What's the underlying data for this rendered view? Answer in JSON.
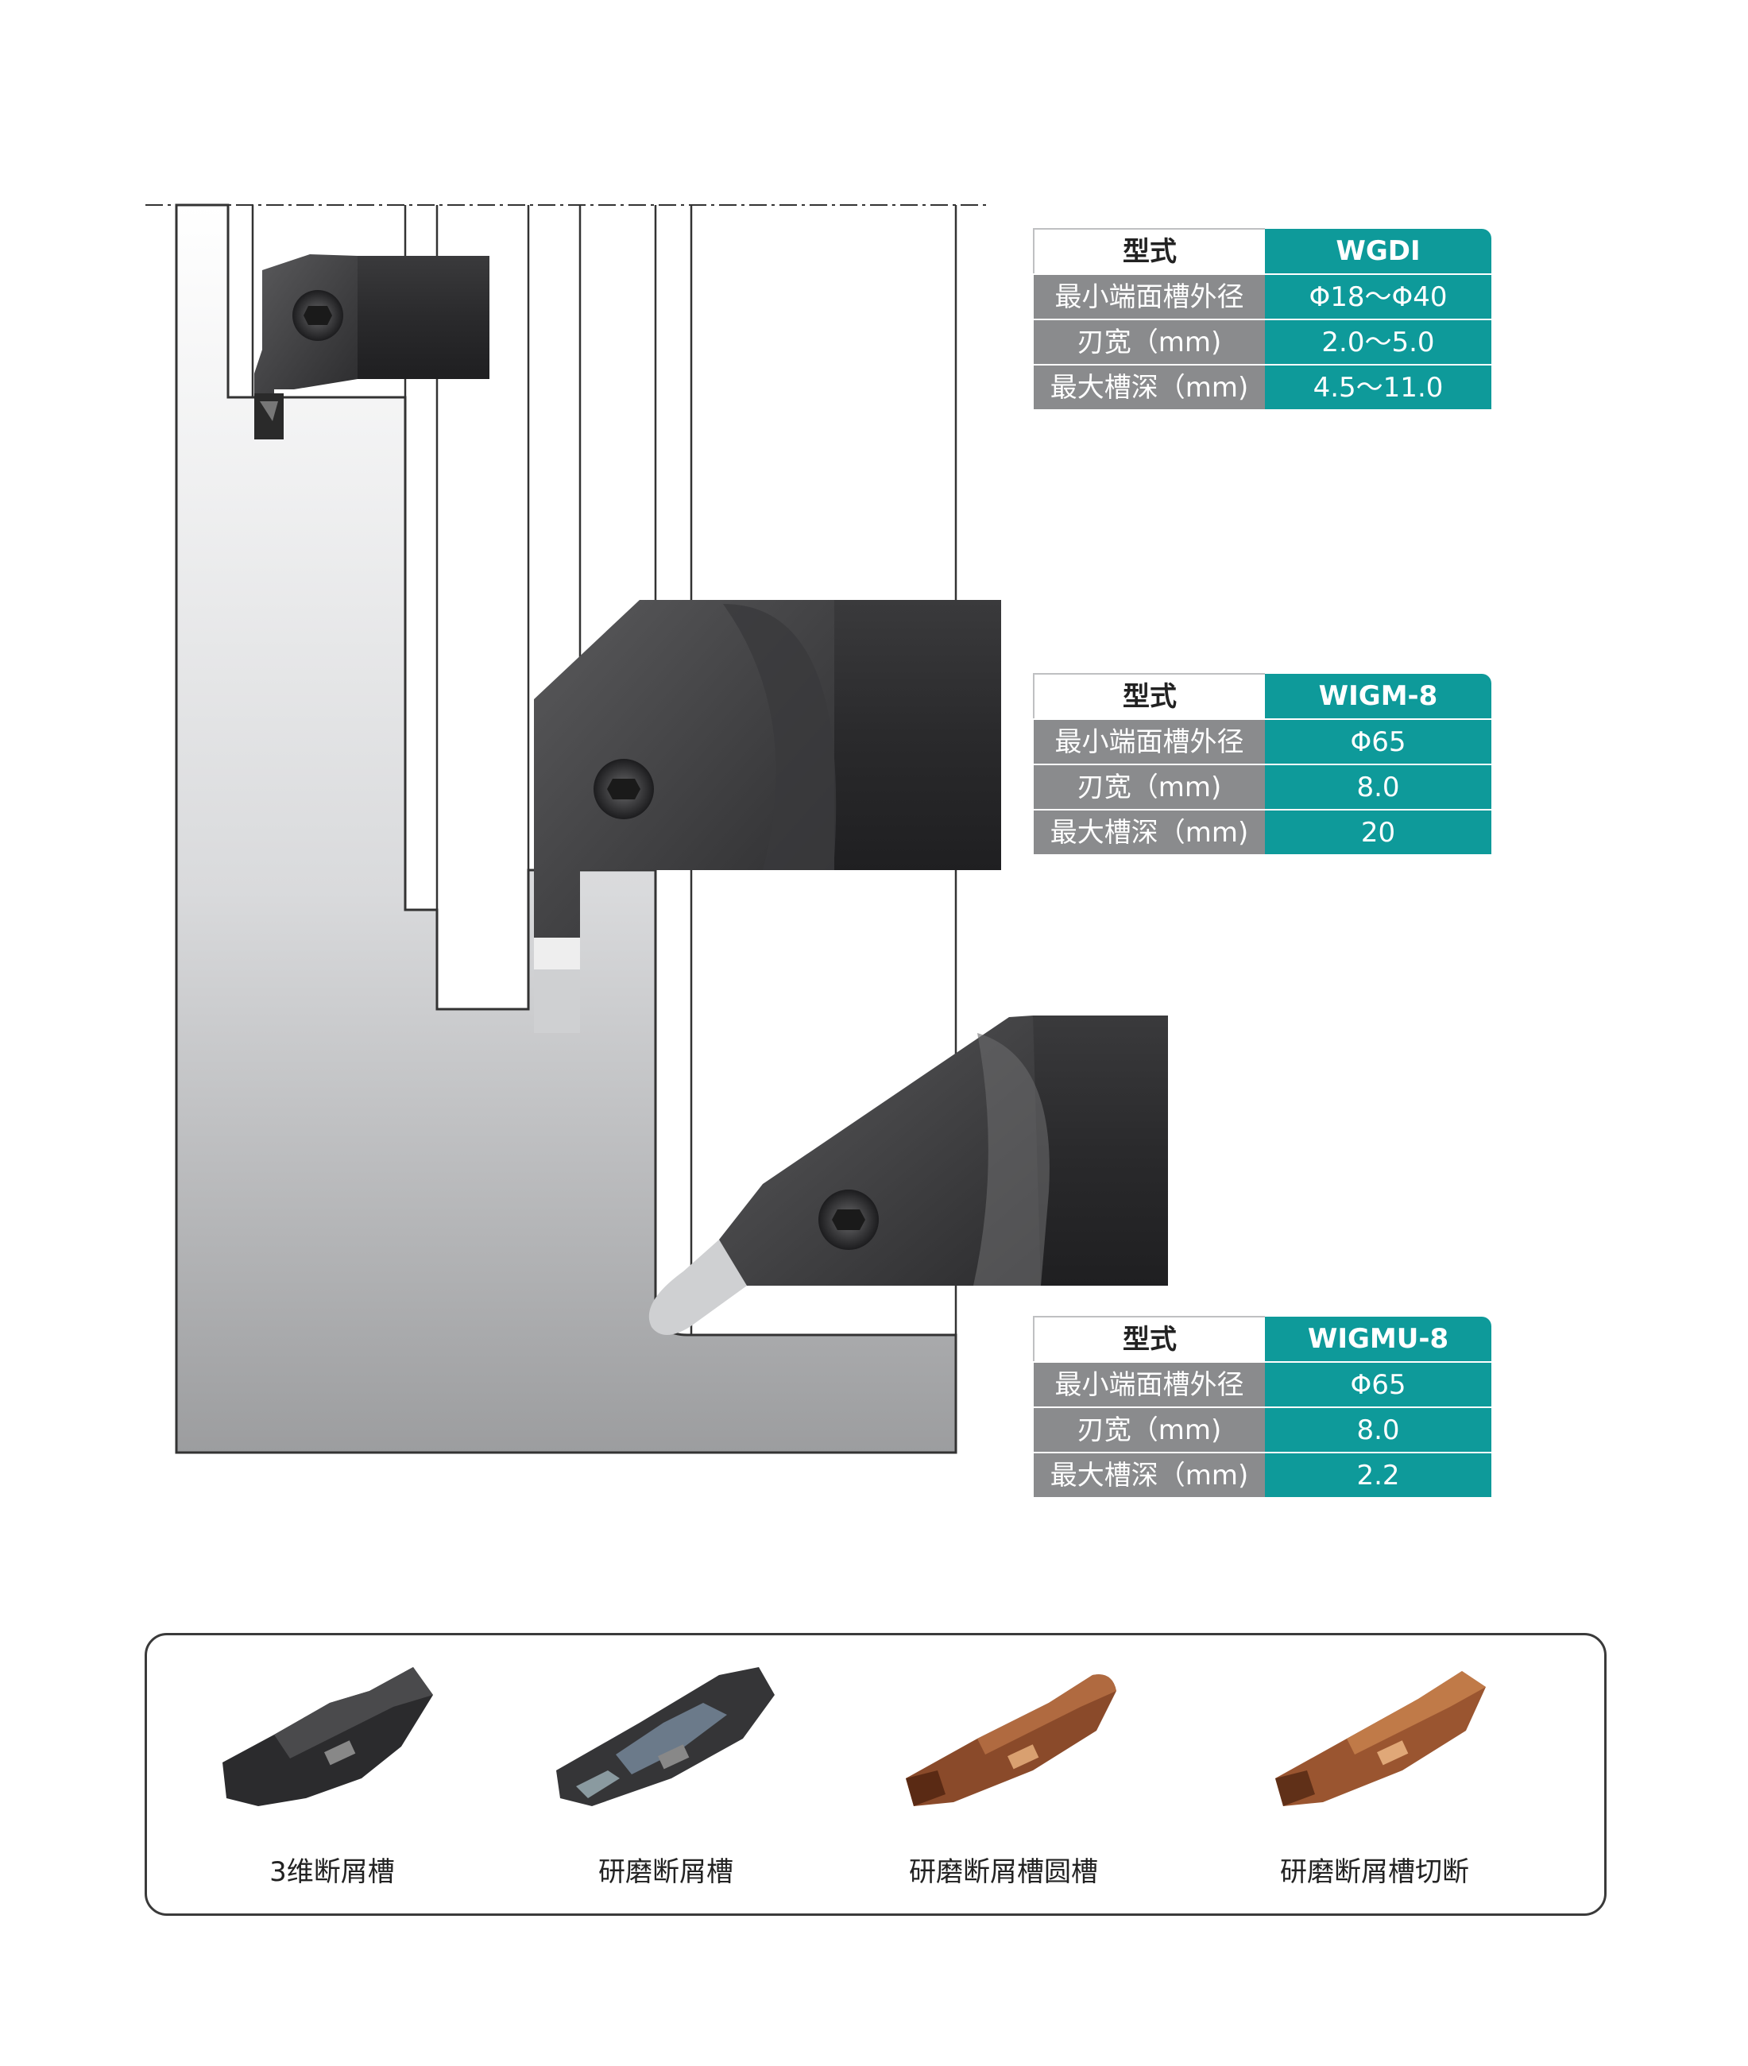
{
  "tables": [
    {
      "header": {
        "label": "型式",
        "model": "WGDI"
      },
      "rows": [
        {
          "label": "最小端面槽外径",
          "value": "Φ18～Φ40"
        },
        {
          "label": "刃宽（mm)",
          "value": "2.0～5.0"
        },
        {
          "label": "最大槽深（mm)",
          "value": "4.5～11.0"
        }
      ]
    },
    {
      "header": {
        "label": "型式",
        "model": "WIGM-8"
      },
      "rows": [
        {
          "label": "最小端面槽外径",
          "value": "Φ65"
        },
        {
          "label": "刃宽（mm)",
          "value": "8.0"
        },
        {
          "label": "最大槽深（mm)",
          "value": "20"
        }
      ]
    },
    {
      "header": {
        "label": "型式",
        "model": "WIGMU-8"
      },
      "rows": [
        {
          "label": "最小端面槽外径",
          "value": "Φ65"
        },
        {
          "label": "刃宽（mm)",
          "value": "8.0"
        },
        {
          "label": "最大槽深（mm)",
          "value": "2.2"
        }
      ]
    }
  ],
  "inserts": [
    {
      "caption": "3维断屑槽",
      "color": "#2b2b2d"
    },
    {
      "caption": "研磨断屑槽",
      "color": "#353537"
    },
    {
      "caption": "研磨断屑槽圆槽",
      "color": "#8a4a2a"
    },
    {
      "caption": "研磨断屑槽切断",
      "color": "#9a5530"
    }
  ],
  "colors": {
    "teal": "#0e9a9a",
    "gray_label": "#8a8b8d",
    "tool_dark": "#2e2e30"
  }
}
